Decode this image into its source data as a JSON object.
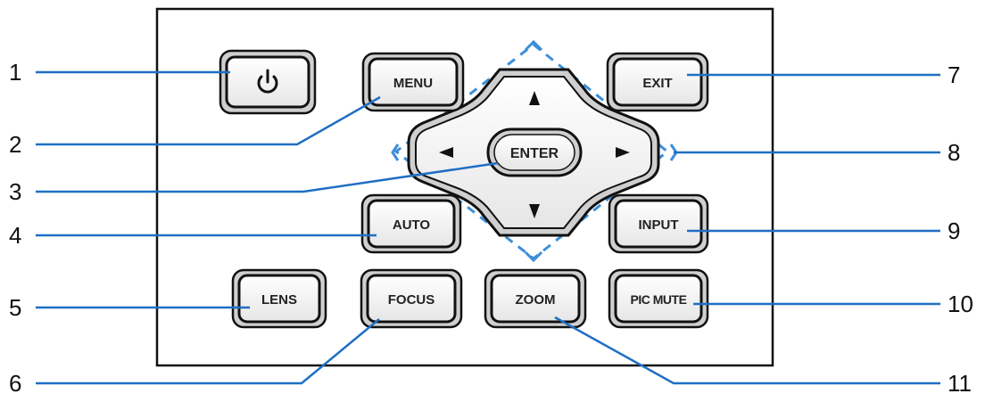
{
  "diagram": {
    "callouts": [
      "1",
      "2",
      "3",
      "4",
      "5",
      "6",
      "7",
      "8",
      "9",
      "10",
      "11"
    ],
    "buttons": {
      "power": "",
      "menu": "MENU",
      "exit": "EXIT",
      "enter": "ENTER",
      "auto": "AUTO",
      "input": "INPUT",
      "lens": "LENS",
      "focus": "FOCUS",
      "zoom": "ZOOM",
      "pic_mute": "PIC MUTE"
    },
    "colors": {
      "leader_line": "#1e6fc4",
      "dashed_outline": "#3b8fd9",
      "panel_border": "#111111",
      "button_fill": "#f4f4f4"
    },
    "icons": {
      "power": "power-icon",
      "up": "arrow-up-icon",
      "down": "arrow-down-icon",
      "left": "arrow-left-icon",
      "right": "arrow-right-icon"
    }
  }
}
